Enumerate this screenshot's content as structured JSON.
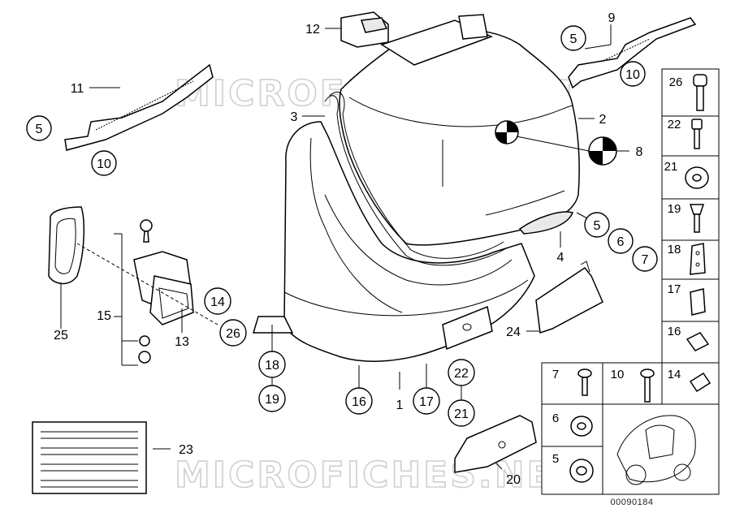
{
  "watermark": "MICROFICHES.NET",
  "diagram_code": "00090184",
  "callouts": {
    "c1": "1",
    "c2": "2",
    "c3": "3",
    "c4": "4",
    "c5a": "5",
    "c5b": "5",
    "c5c": "5",
    "c6": "6",
    "c7": "7",
    "c8": "8",
    "c9": "9",
    "c10a": "10",
    "c10b": "10",
    "c11": "11",
    "c12": "12",
    "c13": "13",
    "c14": "14",
    "c15": "15",
    "c16": "16",
    "c17": "17",
    "c18": "18",
    "c19": "19",
    "c20": "20",
    "c21": "21",
    "c22": "22",
    "c23": "23",
    "c24": "24",
    "c25": "25",
    "c26": "26"
  },
  "parts_table": {
    "right_column": [
      "26",
      "22",
      "21",
      "19",
      "18",
      "17",
      "16"
    ],
    "bottom_row": [
      "7",
      "10",
      "14"
    ],
    "bottom_left": [
      "6",
      "5"
    ]
  },
  "colors": {
    "line": "#000000",
    "fill": "#ffffff",
    "shade": "#e9e9e9",
    "watermark": "#cfcfcf"
  }
}
